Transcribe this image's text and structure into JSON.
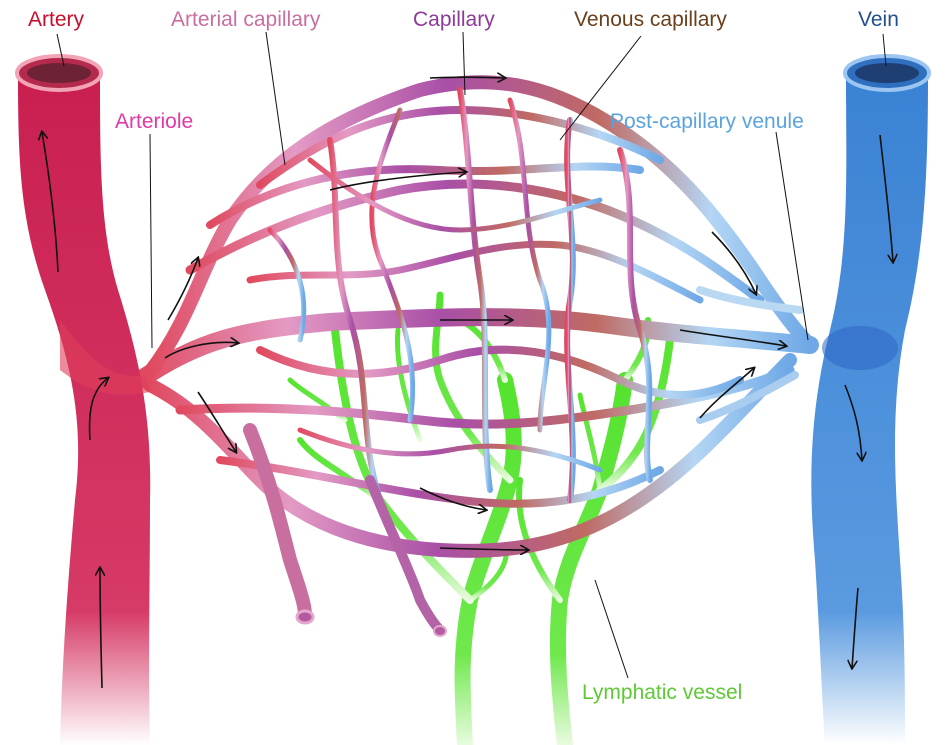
{
  "labels": {
    "artery": "Artery",
    "arterial_capillary": "Arterial capillary",
    "capillary": "Capillary",
    "venous_capillary": "Venous capillary",
    "vein": "Vein",
    "arteriole": "Arteriole",
    "post_capillary_venule": "Post-capillary venule",
    "lymphatic_vessel": "Lymphatic vessel"
  },
  "colors": {
    "artery": "#d0285a",
    "artery_label": "#c8102e",
    "arterial_capillary": "#c86fa0",
    "capillary": "#a24ea3",
    "capillary_label": "#8e3a9a",
    "venous_capillary": "#b8686a",
    "venous_label": "#6b3f1c",
    "vein": "#3f86d6",
    "vein_label": "#234f8e",
    "arteriole_label": "#e03aa8",
    "venule": "#9cc6ee",
    "venule_label": "#5aa3dd",
    "lymphatic": "#5ce83a",
    "lymphatic_label": "#5ec935"
  }
}
